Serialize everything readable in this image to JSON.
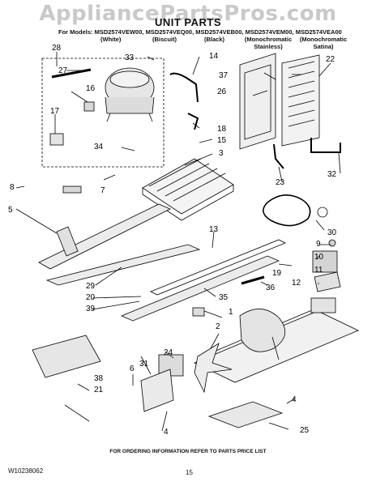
{
  "watermark": "AppliancePartsPros.com",
  "title": "UNIT PARTS",
  "models": {
    "prefix": "For Models:",
    "list": [
      {
        "model": "MSD2574VEW00,",
        "variant": "(White)"
      },
      {
        "model": "MSD2574VEQ00,",
        "variant": "(Biscuit)"
      },
      {
        "model": "MSD2574VEB00,",
        "variant": "(Black)"
      },
      {
        "model": "MSD2574VEM00,",
        "variant": "(Monochromatic Stainless)"
      },
      {
        "model": "MSD2574VEA00",
        "variant": "(Monochromatic Satina)"
      }
    ]
  },
  "callouts": [
    "1",
    "2",
    "3",
    "4",
    "4",
    "5",
    "6",
    "7",
    "8",
    "9",
    "10",
    "11",
    "12",
    "13",
    "14",
    "15",
    "16",
    "17",
    "18",
    "19",
    "20",
    "21",
    "22",
    "23",
    "24",
    "25",
    "26",
    "27",
    "28",
    "29",
    "30",
    "31",
    "32",
    "33",
    "34",
    "35",
    "36",
    "37",
    "38",
    "39"
  ],
  "footer_note": "FOR ORDERING INFORMATION REFER TO PARTS PRICE LIST",
  "doc_number": "W10238062",
  "page_number": "15"
}
